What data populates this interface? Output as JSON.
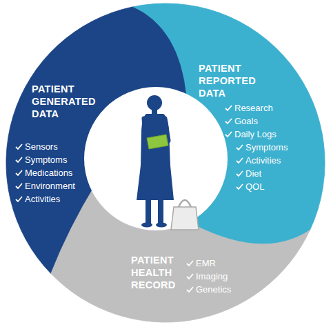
{
  "diagram": {
    "nodes": [
      {
        "text": [
          "PATIENT REPORTED DATA",
          "Research",
          "Goals",
          "Daily Logs",
          "Symptoms",
          "Activities",
          "Diet",
          "QOL"
        ]
      },
      {
        "text": [
          "PATIENT GENERATED DATA",
          "Sensors",
          "Symptoms",
          "Medications",
          "Environment",
          "Activities"
        ]
      },
      {
        "text": [
          "PATIENT HEALTH RECORD",
          "EMR",
          "Imaging",
          "Genetics"
        ]
      }
    ]
  }
}
